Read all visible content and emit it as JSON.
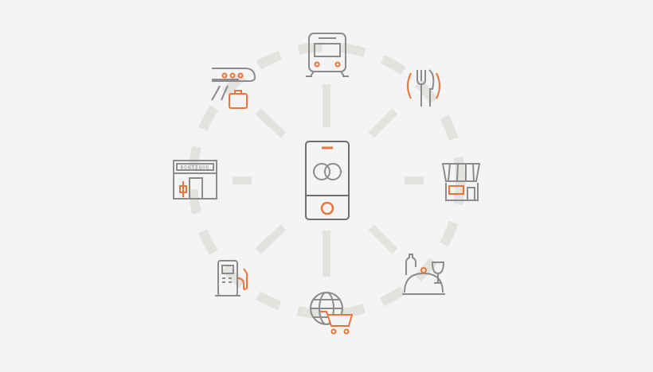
{
  "colors": {
    "background": "#f4f4f4",
    "ring": "#e3e2de",
    "icon_gray": "#8c8c8c",
    "icon_dark": "#6e6e6e",
    "accent_orange": "#e8763c"
  },
  "center": {
    "icon": "smartphone-payment-icon"
  },
  "nodes": [
    {
      "id": "train",
      "icon": "train-icon"
    },
    {
      "id": "restaurant",
      "icon": "fork-knife-icon"
    },
    {
      "id": "shop",
      "icon": "storefront-icon"
    },
    {
      "id": "dining",
      "icon": "cloche-wine-icon"
    },
    {
      "id": "ecommerce",
      "icon": "globe-cart-icon"
    },
    {
      "id": "fuel",
      "icon": "fuel-pump-icon"
    },
    {
      "id": "boutique",
      "icon": "boutique-icon",
      "sign_text": "BOUTIQUE"
    },
    {
      "id": "travel",
      "icon": "airplane-luggage-icon"
    }
  ]
}
